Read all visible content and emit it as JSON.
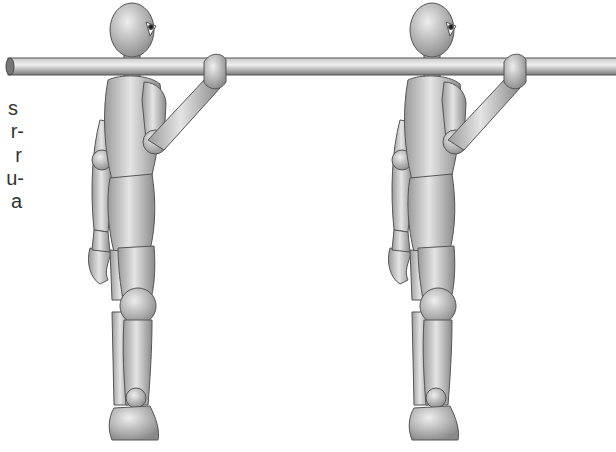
{
  "diagram": {
    "labels": [
      "s",
      "r-",
      "r",
      "u-",
      "a"
    ]
  }
}
